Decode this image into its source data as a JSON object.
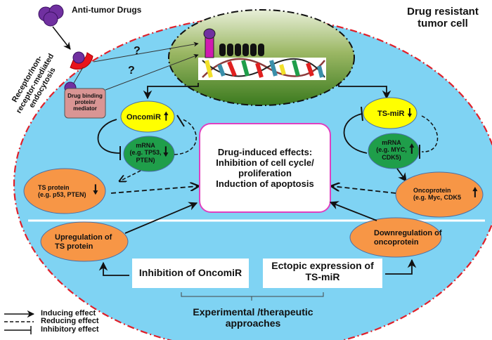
{
  "title": "Drug resistant tumor cell",
  "title_lines": [
    "Drug resistant",
    "tumor cell"
  ],
  "drugs_label": "Anti-tumor Drugs",
  "uptake_label_lines": [
    "Receptor/non-",
    "receptor-mediated",
    "endocytosis"
  ],
  "question_marks": [
    "?",
    "?"
  ],
  "drug_binding_lines": [
    "Drug binding",
    "protein/",
    "mediator"
  ],
  "oncomir": {
    "label": "OncomiR",
    "trend": "up"
  },
  "left_mrna": {
    "lines": [
      "mRNA",
      "(e.g. TP53,",
      "PTEN)"
    ],
    "trend": "down"
  },
  "ts_protein": {
    "lines": [
      "TS protein",
      "(e.g. p53, PTEN)"
    ],
    "trend": "down"
  },
  "ts_mir": {
    "label": "TS-miR",
    "trend": "down"
  },
  "right_mrna": {
    "lines": [
      "mRNA",
      "(e.g. MYC,",
      "CDK5)"
    ],
    "trend": "up"
  },
  "oncoprotein": {
    "lines": [
      "Oncoprotein",
      "(e.g. Myc, CDK5"
    ],
    "trend": "up"
  },
  "effects_box": {
    "lines": [
      "Drug-induced effects:",
      "Inhibition of cell cycle/",
      "proliferation",
      "Induction of apoptosis"
    ]
  },
  "upregulation": {
    "lines": [
      "Upregulation of",
      "TS protein"
    ]
  },
  "downregulation": {
    "lines": [
      "Downregulation of",
      "oncoprotein"
    ]
  },
  "approach_left": {
    "lines": [
      "Inhibition of OncomiR"
    ]
  },
  "approach_right": {
    "lines": [
      "Ectopic expression of",
      "TS-miR"
    ]
  },
  "approaches_label_lines": [
    "Experimental /therapeutic",
    "approaches"
  ],
  "legend": [
    {
      "type": "arrow",
      "label": "Inducing effect"
    },
    {
      "type": "dashed",
      "label": "Reducing effect"
    },
    {
      "type": "inhibit",
      "label": "Inhibitory effect"
    }
  ],
  "colors": {
    "cell": "#7fd3f3",
    "membrane": "#e0202a",
    "oncomir": "#ffff00",
    "mrna": "#1f9e4a",
    "protein": "#f79646",
    "drug": "#7030a0",
    "binding_box": "#d99594",
    "effects_border": "#e040c0"
  }
}
